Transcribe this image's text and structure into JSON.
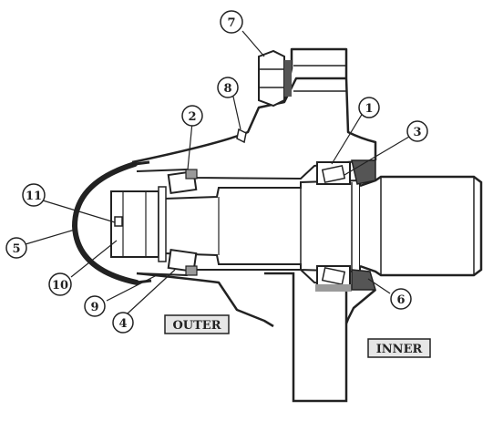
{
  "diagram": {
    "colors": {
      "line": "#222222",
      "seal": "#555555",
      "shade": "#9a9a9a",
      "label_fill": "#e6e6e6",
      "background": "#ffffff"
    },
    "callouts": [
      {
        "number": "1"
      },
      {
        "number": "2"
      },
      {
        "number": "3"
      },
      {
        "number": "4"
      },
      {
        "number": "5"
      },
      {
        "number": "6"
      },
      {
        "number": "7"
      },
      {
        "number": "8"
      },
      {
        "number": "9"
      },
      {
        "number": "10"
      },
      {
        "number": "11"
      }
    ],
    "region_labels": {
      "outer": "OUTER",
      "inner": "INNER"
    }
  }
}
